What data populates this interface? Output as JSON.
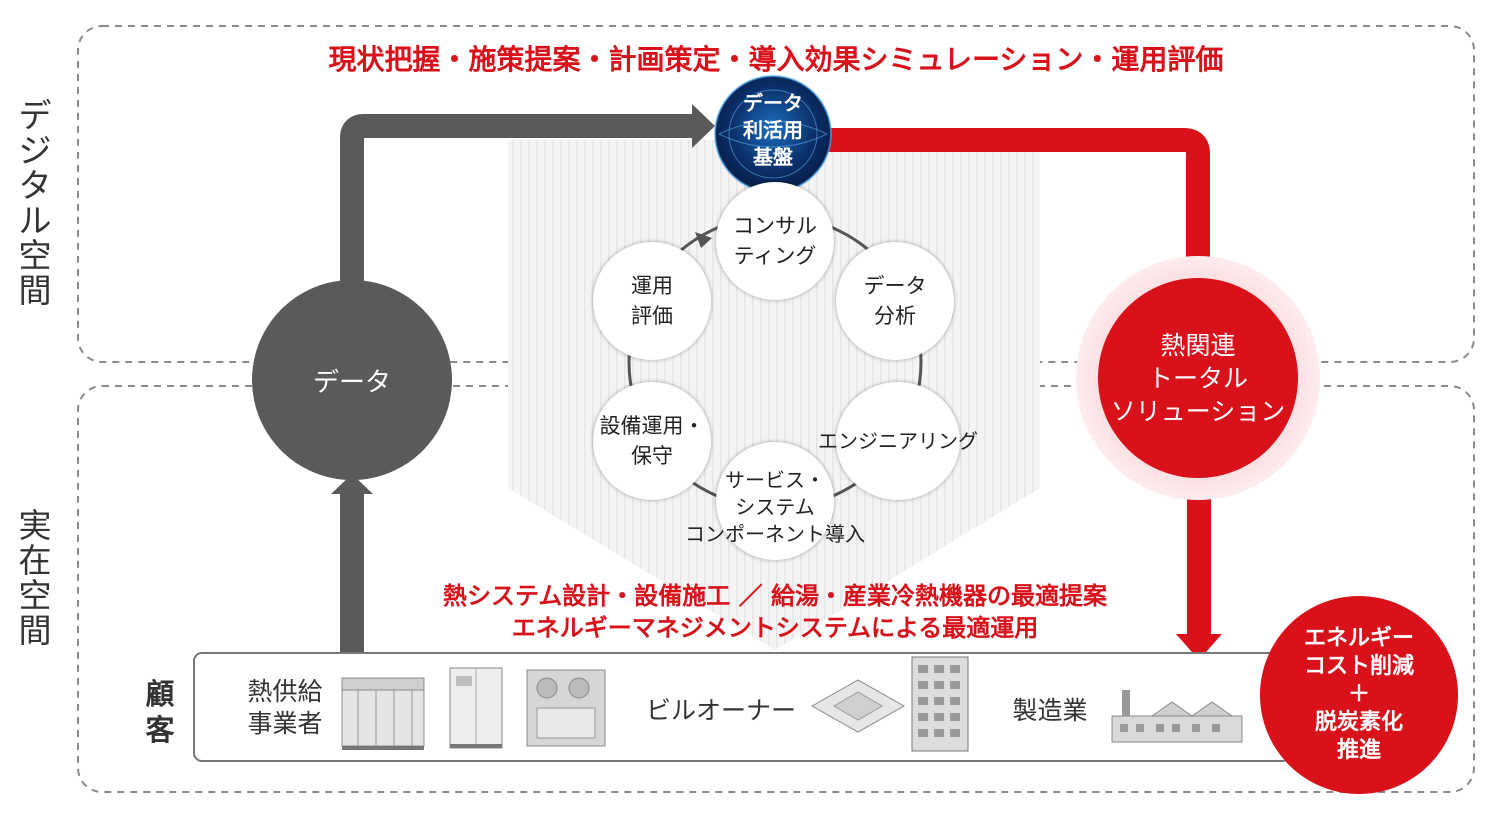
{
  "spaces": {
    "digital_label": "デジタル空間",
    "real_label": "実在空間"
  },
  "top_banner": "現状把握・施策提案・計画策定・導入効果シミュレーション・運用評価",
  "data_platform": "データ\n利活用\n基盤",
  "data_circle": "データ",
  "cycle": {
    "consulting": "コンサル\nティング",
    "data_analysis": "データ\n分析",
    "operation_eval": "運用\n評価",
    "engineering": "エンジニアリング",
    "maintenance": "設備運用・\n保守",
    "components": "サービス・\nシステム\nコンポーネント導入"
  },
  "solution_circle": "熱関連\nトータル\nソリューション",
  "proposals": {
    "line1": "熱システム設計・設備施工 ／ 給湯・産業冷熱機器の最適提案",
    "line2": "エネルギーマネジメントシステムによる最適運用"
  },
  "customers": {
    "label": "顧\n客",
    "heat_supply": "熱供給\n事業者",
    "building_owner": "ビルオーナー",
    "manufacturing": "製造業"
  },
  "outcome": "エネルギー\nコスト削減\n＋\n脱炭素化\n推進",
  "colors": {
    "accent_red": "#d8111a",
    "dark_gray": "#5a5a5a",
    "text": "#333333"
  }
}
